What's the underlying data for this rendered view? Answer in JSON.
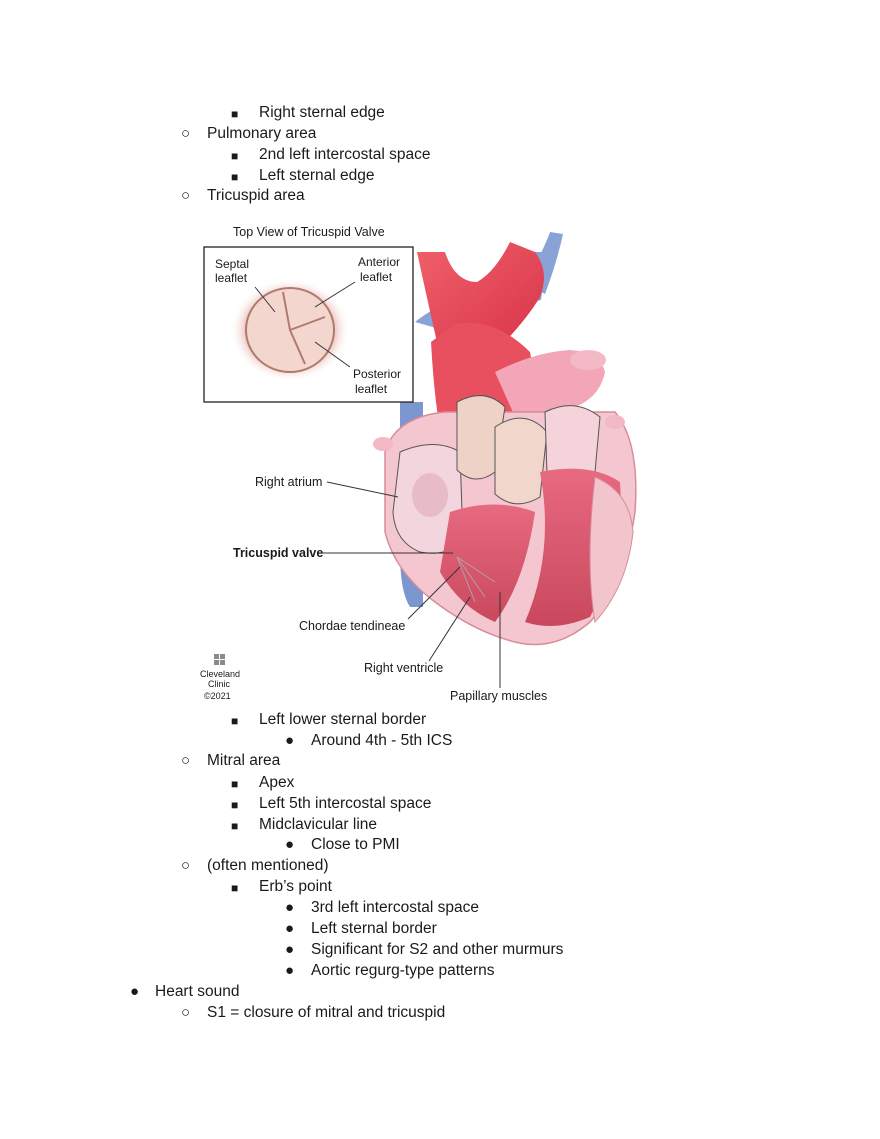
{
  "top_list": [
    {
      "level": 3,
      "marker": "■",
      "text": "Right sternal edge"
    },
    {
      "level": 2,
      "marker": "○",
      "text": "Pulmonary area"
    },
    {
      "level": 3,
      "marker": "■",
      "text": "2nd left intercostal space"
    },
    {
      "level": 3,
      "marker": "■",
      "text": "Left sternal edge"
    },
    {
      "level": 2,
      "marker": "○",
      "text": "Tricuspid area"
    }
  ],
  "figure": {
    "inset_title": "Top View of Tricuspid Valve",
    "labels": {
      "septal_1": "Septal",
      "septal_2": "leaflet",
      "anterior_1": "Anterior",
      "anterior_2": "leaflet",
      "posterior_1": "Posterior",
      "posterior_2": "leaflet",
      "right_atrium": "Right atrium",
      "tricuspid_valve": "Tricuspid valve",
      "chordae": "Chordae tendineae",
      "right_ventricle": "Right ventricle",
      "papillary": "Papillary muscles"
    },
    "logo": {
      "line1": "Cleveland",
      "line2": "Clinic",
      "copyright": "©2021"
    }
  },
  "bottom_list": [
    {
      "level": 3,
      "marker": "■",
      "text": "Left lower sternal border"
    },
    {
      "level": 4,
      "marker": "●",
      "text": "Around 4th - 5th ICS"
    },
    {
      "level": 2,
      "marker": "○",
      "text": "Mitral area"
    },
    {
      "level": 3,
      "marker": "■",
      "text": "Apex"
    },
    {
      "level": 3,
      "marker": "■",
      "text": "Left 5th intercostal space"
    },
    {
      "level": 3,
      "marker": "■",
      "text": "Midclavicular line"
    },
    {
      "level": 4,
      "marker": "●",
      "text": "Close to PMI"
    },
    {
      "level": 2,
      "marker": "○",
      "text": "(often mentioned)"
    },
    {
      "level": 3,
      "marker": "■",
      "text": "Erb’s point"
    },
    {
      "level": 4,
      "marker": "●",
      "text": "3rd left intercostal space"
    },
    {
      "level": 4,
      "marker": "●",
      "text": "Left sternal border"
    },
    {
      "level": 4,
      "marker": "●",
      "text": "Significant for S2 and other murmurs"
    },
    {
      "level": 4,
      "marker": "●",
      "text": "Aortic regurg-type patterns"
    },
    {
      "level": 1,
      "marker": "●",
      "text": "Heart sound"
    },
    {
      "level": 2,
      "marker": "○",
      "text": "S1 = closure of mitral and tricuspid"
    }
  ]
}
